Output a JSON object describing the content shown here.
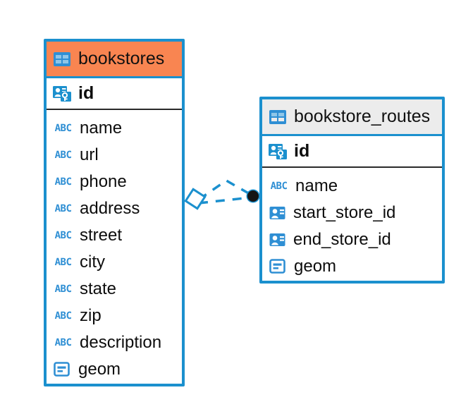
{
  "diagram": {
    "type": "entity-relationship-diagram",
    "background_color": "#ffffff",
    "accent_color": "#1b90ce",
    "highlight_color": "#f98551",
    "header_plain_color": "#ececec"
  },
  "entities": [
    {
      "name": "bookstores",
      "header_style": "accent",
      "table_icon": "table-icon",
      "primary_key": {
        "label": "id",
        "icon": "primary-key-icon"
      },
      "fields": [
        {
          "label": "name",
          "icon": "abc-text-icon"
        },
        {
          "label": "url",
          "icon": "abc-text-icon"
        },
        {
          "label": "phone",
          "icon": "abc-text-icon"
        },
        {
          "label": "address",
          "icon": "abc-text-icon"
        },
        {
          "label": "street",
          "icon": "abc-text-icon"
        },
        {
          "label": "city",
          "icon": "abc-text-icon"
        },
        {
          "label": "state",
          "icon": "abc-text-icon"
        },
        {
          "label": "zip",
          "icon": "abc-text-icon"
        },
        {
          "label": "description",
          "icon": "abc-text-icon"
        },
        {
          "label": "geom",
          "icon": "geometry-icon"
        }
      ]
    },
    {
      "name": "bookstore_routes",
      "header_style": "plain",
      "table_icon": "table-icon",
      "primary_key": {
        "label": "id",
        "icon": "primary-key-icon"
      },
      "fields": [
        {
          "label": "name",
          "icon": "abc-text-icon"
        },
        {
          "label": "start_store_id",
          "icon": "foreign-key-icon"
        },
        {
          "label": "end_store_id",
          "icon": "foreign-key-icon"
        },
        {
          "label": "geom",
          "icon": "geometry-icon"
        }
      ]
    }
  ],
  "relationship": {
    "line_style": "dashed",
    "line_color": "#1b90ce",
    "source_marker": "diamond-marker",
    "target_marker": "filled-circle-marker",
    "target_marker_color": "#151515"
  }
}
